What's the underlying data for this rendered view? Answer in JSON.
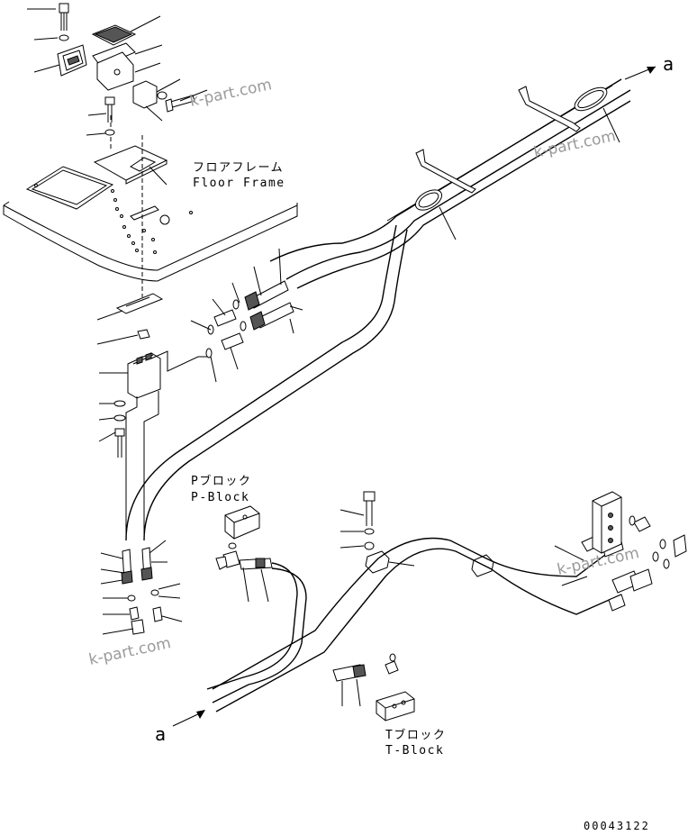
{
  "labels": {
    "floor_frame_jp": "フロアフレーム",
    "floor_frame_en": "Floor Frame",
    "p_block_jp": "Pブロック",
    "p_block_en": "P-Block",
    "t_block_jp": "Tブロック",
    "t_block_en": "T-Block",
    "arrow_ref_top": "a",
    "arrow_ref_bottom": "a"
  },
  "watermark": "k-part.com",
  "drawing_code": "00043122"
}
